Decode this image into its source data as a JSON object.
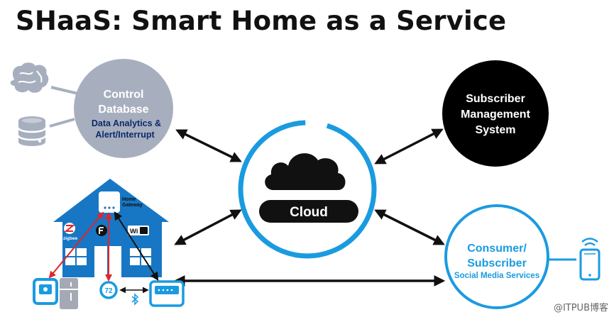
{
  "title": "SHaaS: Smart Home as a Service",
  "colors": {
    "cloud_ring": "#1a9be0",
    "control_circle": "#a7afbf",
    "subscriber_circle": "#000000",
    "house": "#1777c4",
    "arrow_red": "#e0252b",
    "icon_gray": "#a4a9b5"
  },
  "nodes": {
    "control": {
      "line1": "Control",
      "line2": "Database",
      "line3": "Data Analytics &",
      "line4": "Alert/Interrupt"
    },
    "cloud": {
      "label": "Cloud"
    },
    "subscriber_mgmt": {
      "line1": "Subscriber",
      "line2": "Management",
      "line3": "System"
    },
    "consumer": {
      "line1": "Consumer/",
      "line2": "Subscriber",
      "line3": "Social Media Services"
    },
    "home": {
      "gateway_line1": "Home",
      "gateway_line2": "Gateway",
      "zigbee": "zigbee",
      "wifi": "Wi",
      "thermostat": "72"
    }
  },
  "icons": [
    "brain-icon",
    "database-icon",
    "cloud-icon",
    "smartphone-icon",
    "bluetooth-icon",
    "zigbee-icon",
    "wifi-icon",
    "camera-icon",
    "fridge-icon",
    "thermostat-icon",
    "hub-icon"
  ],
  "watermark": "@ITPUB博客"
}
